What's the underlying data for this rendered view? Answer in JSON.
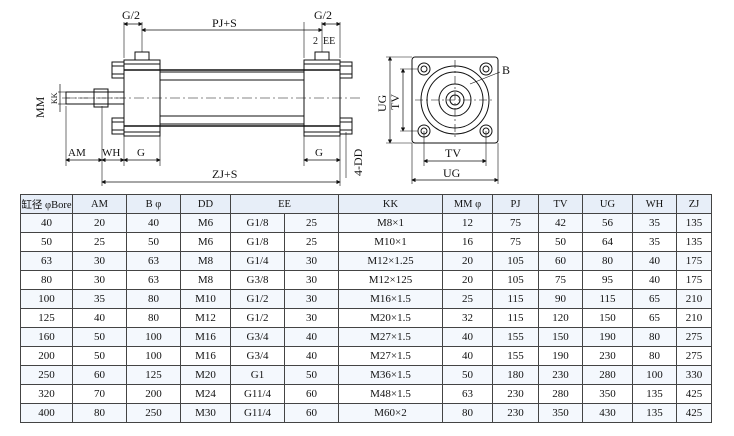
{
  "side_view": {
    "dims": {
      "g_half_left": "G/2",
      "pj_s": "PJ+S",
      "g_half_right": "G/2",
      "two": "2",
      "ee": "EE",
      "mm": "MM",
      "kk": "KK",
      "am": "AM",
      "wh": "WH",
      "g_left": "G",
      "g_right": "G",
      "zj_s": "ZJ+S",
      "four_dd": "4-DD"
    }
  },
  "end_view": {
    "dims": {
      "b": "B",
      "ug_v": "UG",
      "tv_v": "TV",
      "tv_h": "TV",
      "ug_h": "UG"
    }
  },
  "table": {
    "headers": [
      "缸径 φBore",
      "AM",
      "B φ",
      "DD",
      "EE",
      "KK",
      "MM φ",
      "PJ",
      "TV",
      "UG",
      "WH",
      "ZJ"
    ],
    "rows": [
      [
        "40",
        "20",
        "40",
        "M6",
        "G1/8",
        "25",
        "M8×1",
        "12",
        "75",
        "42",
        "56",
        "35",
        "135"
      ],
      [
        "50",
        "25",
        "50",
        "M6",
        "G1/8",
        "25",
        "M10×1",
        "16",
        "75",
        "50",
        "64",
        "35",
        "135"
      ],
      [
        "63",
        "30",
        "63",
        "M8",
        "G1/4",
        "30",
        "M12×1.25",
        "20",
        "105",
        "60",
        "80",
        "40",
        "175"
      ],
      [
        "80",
        "30",
        "63",
        "M8",
        "G3/8",
        "30",
        "M12×125",
        "20",
        "105",
        "75",
        "95",
        "40",
        "175"
      ],
      [
        "100",
        "35",
        "80",
        "M10",
        "G1/2",
        "30",
        "M16×1.5",
        "25",
        "115",
        "90",
        "115",
        "65",
        "210"
      ],
      [
        "125",
        "40",
        "80",
        "M12",
        "G1/2",
        "30",
        "M20×1.5",
        "32",
        "115",
        "120",
        "150",
        "65",
        "210"
      ],
      [
        "160",
        "50",
        "100",
        "M16",
        "G3/4",
        "40",
        "M27×1.5",
        "40",
        "155",
        "150",
        "190",
        "80",
        "275"
      ],
      [
        "200",
        "50",
        "100",
        "M16",
        "G3/4",
        "40",
        "M27×1.5",
        "40",
        "155",
        "190",
        "230",
        "80",
        "275"
      ],
      [
        "250",
        "60",
        "125",
        "M20",
        "G1",
        "50",
        "M36×1.5",
        "50",
        "180",
        "230",
        "280",
        "100",
        "330"
      ],
      [
        "320",
        "70",
        "200",
        "M24",
        "G11/4",
        "60",
        "M48×1.5",
        "63",
        "230",
        "280",
        "350",
        "135",
        "425"
      ],
      [
        "400",
        "80",
        "250",
        "M30",
        "G11/4",
        "60",
        "M60×2",
        "80",
        "230",
        "350",
        "430",
        "135",
        "425"
      ]
    ]
  }
}
